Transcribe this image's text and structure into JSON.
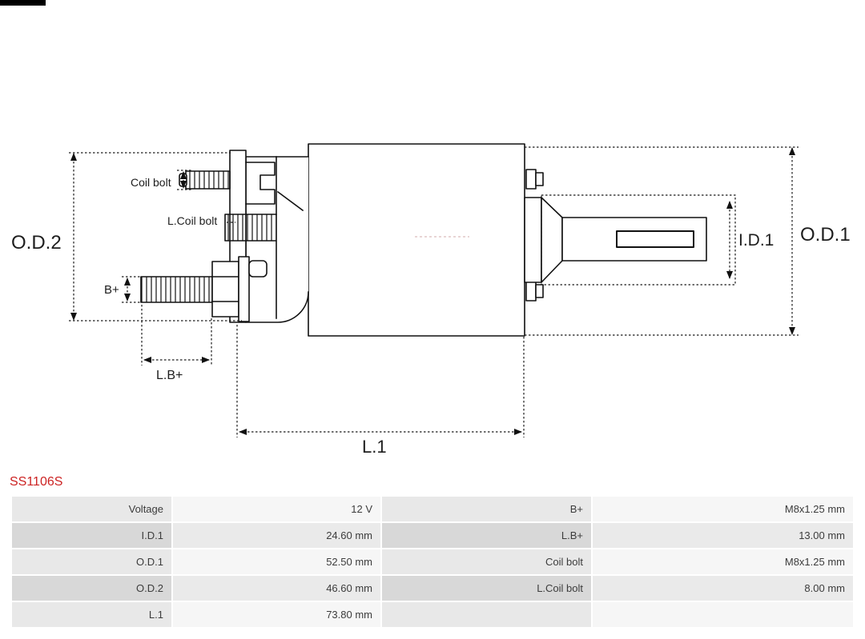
{
  "accent_red": "#cc2222",
  "diagram": {
    "labels": {
      "od2": "O.D.2",
      "od1": "O.D.1",
      "id1": "I.D.1",
      "l1": "L.1",
      "lb_plus": "L.B+",
      "b_plus": "B+",
      "coil_bolt": "Coil bolt",
      "l_coil_bolt": "L.Coil bolt"
    }
  },
  "product": {
    "code": "SS1106S"
  },
  "table": {
    "rows": [
      {
        "c1": "Voltage",
        "c2": "12 V",
        "c3": "B+",
        "c4": "M8x1.25 mm"
      },
      {
        "c1": "I.D.1",
        "c2": "24.60 mm",
        "c3": "L.B+",
        "c4": "13.00 mm"
      },
      {
        "c1": "O.D.1",
        "c2": "52.50 mm",
        "c3": "Coil bolt",
        "c4": "M8x1.25 mm"
      },
      {
        "c1": "O.D.2",
        "c2": "46.60 mm",
        "c3": "L.Coil bolt",
        "c4": "8.00 mm"
      },
      {
        "c1": "L.1",
        "c2": "73.80 mm",
        "c3": "",
        "c4": ""
      }
    ]
  }
}
